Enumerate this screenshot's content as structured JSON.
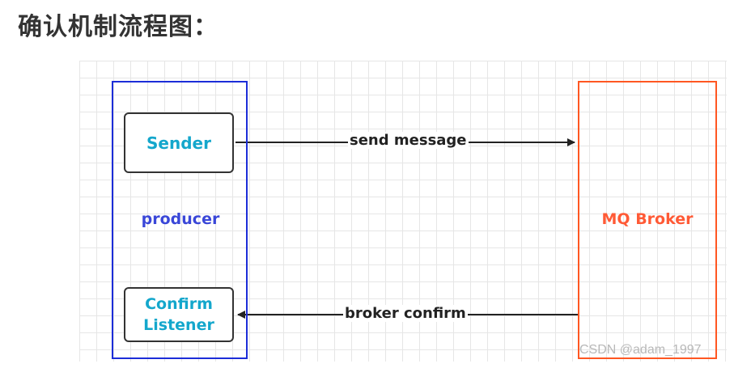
{
  "title": "确认机制流程图：",
  "producer": {
    "label": "producer",
    "sender_label": "Sender",
    "listener_label_line1": "Confirm",
    "listener_label_line2": "Listener"
  },
  "broker": {
    "label": "MQ Broker"
  },
  "arrows": {
    "send_label": "send message",
    "confirm_label": "broker confirm"
  },
  "watermark": "CSDN @adam_1997",
  "colors": {
    "producer_border": "#1c2dd8",
    "producer_text": "#3a47d8",
    "inner_text": "#14a7cc",
    "broker_border": "#ff5722",
    "broker_text": "#ff5a36"
  }
}
